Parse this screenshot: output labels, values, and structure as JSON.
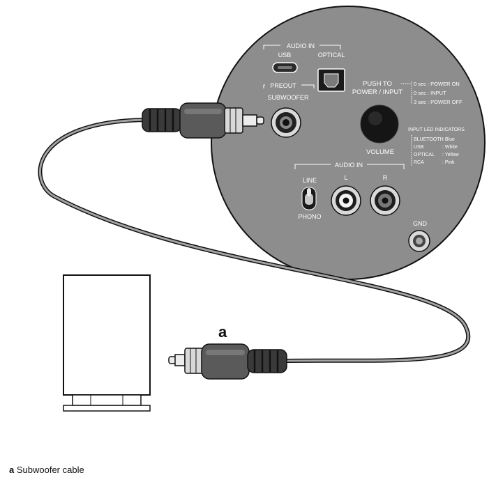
{
  "panel": {
    "audio_in_top": "AUDIO IN",
    "usb": "USB",
    "optical": "OPTICAL",
    "preout": "PREOUT",
    "subwoofer": "SUBWOOFER",
    "push_line1": "PUSH TO",
    "push_line2": "POWER / INPUT",
    "power_on": "0 sec : POWER ON",
    "input": "0 sec : INPUT",
    "power_off": "3 sec : POWER OFF",
    "led_title": "INPUT LED INDICATORS",
    "led": [
      {
        "source": "BLUETOOTH",
        "color": ": Blue"
      },
      {
        "source": "USB",
        "color": ": White"
      },
      {
        "source": "OPTICAL",
        "color": ": Yellow"
      },
      {
        "source": "RCA",
        "color": ": Pink"
      }
    ],
    "volume": "VOLUME",
    "audio_in_bottom": "AUDIO IN",
    "left": "L",
    "right": "R",
    "line": "LINE",
    "phono": "PHONO",
    "gnd": "GND"
  },
  "callout": "a",
  "caption": {
    "letter": "a",
    "text": "Subwoofer cable"
  },
  "colors": {
    "panel": "#8d8d8d",
    "outline": "#111111",
    "label": "#ffffff",
    "cable": "#9a9a9a"
  }
}
